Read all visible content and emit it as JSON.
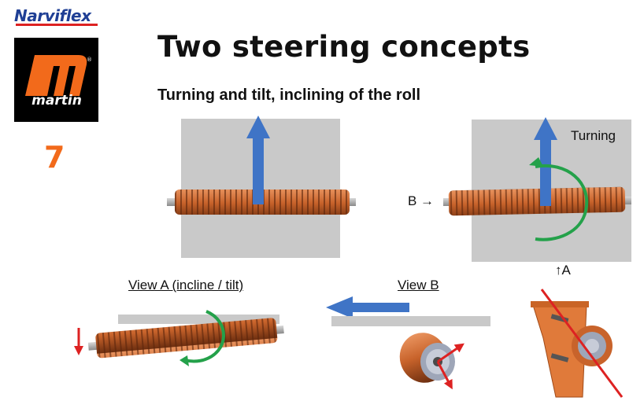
{
  "logos": {
    "narviflex": "Narviflex",
    "martin": "martin"
  },
  "slide_number": "7",
  "title": "Two steering concepts",
  "subtitle": "Turning and tilt, inclining of the roll",
  "labels": {
    "turning": "Turning",
    "b_arrow": "B →",
    "a_arrow": "↑A",
    "view_a": "View A (incline / tilt)",
    "view_b": "View B"
  },
  "colors": {
    "roll": "#c8632b",
    "roll_dark": "#7a3512",
    "panel": "#c9c9c9",
    "blue_arrow": "#3f74c6",
    "green_arrow": "#24a14a",
    "red": "#dd2222",
    "bracket": "#e07a3a",
    "martin_orange": "#f26a1b"
  }
}
